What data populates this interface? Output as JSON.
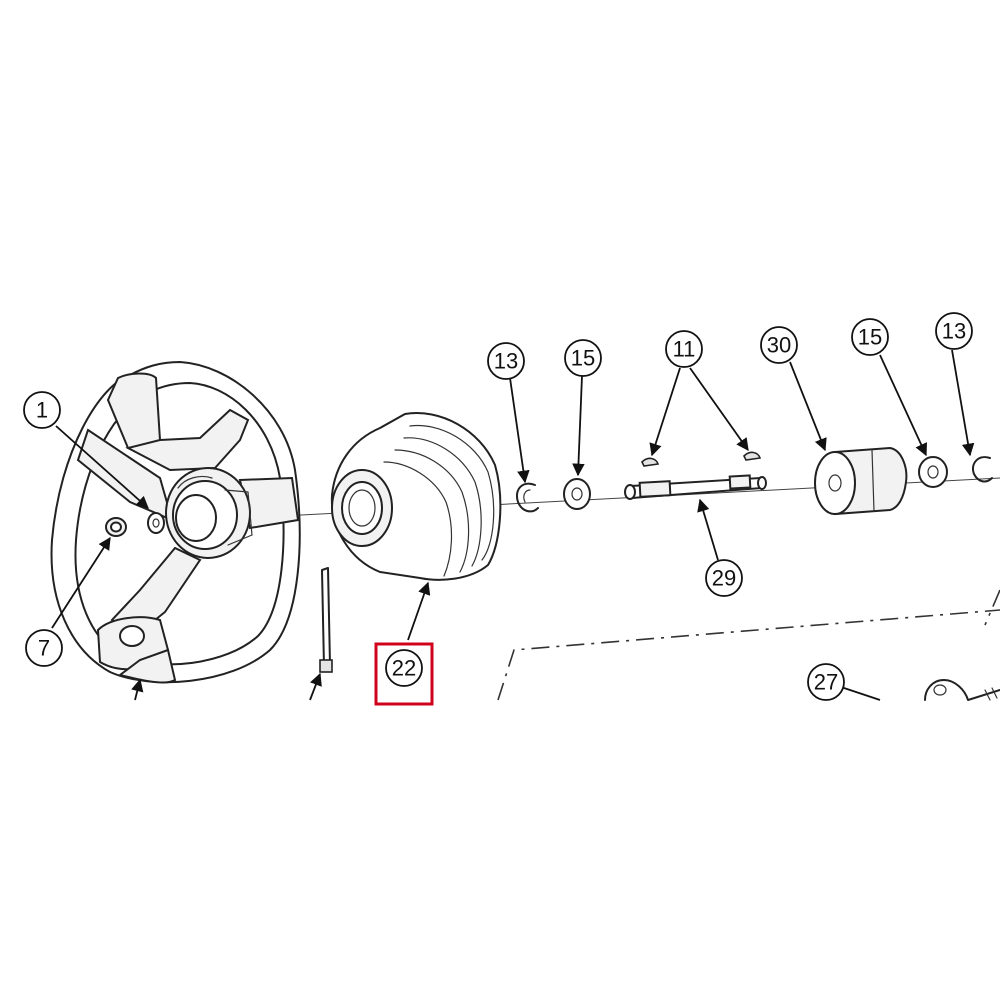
{
  "diagram": {
    "callouts": {
      "c1": "1",
      "c7": "7",
      "c13a": "13",
      "c15a": "15",
      "c11": "11",
      "c30": "30",
      "c15b": "15",
      "c13b": "13",
      "c29": "29",
      "c22": "22",
      "c27": "27"
    },
    "highlighted_callout": "22",
    "highlight_color": "#d0021b",
    "line_color": "#222222"
  }
}
